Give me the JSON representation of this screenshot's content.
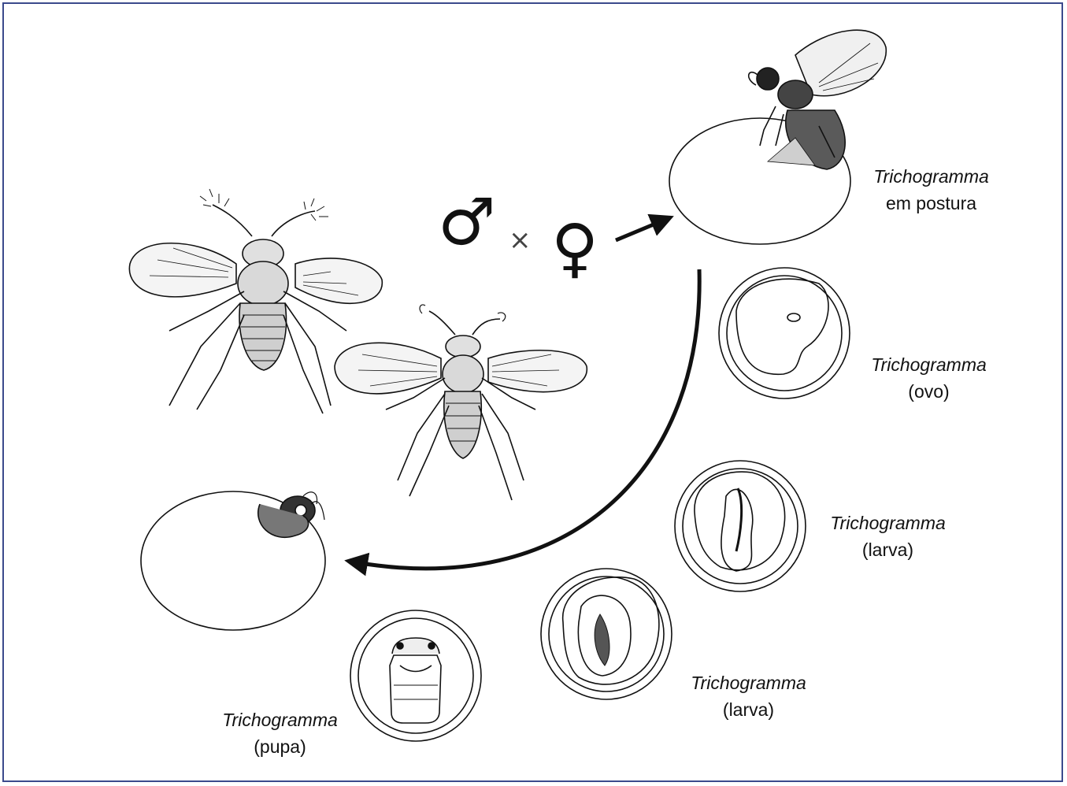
{
  "symbols": {
    "male": "♂",
    "cross": "×",
    "female": "♀"
  },
  "labels": {
    "laying": {
      "genus": "Trichogramma",
      "stage": "em postura"
    },
    "egg": {
      "genus": "Trichogramma",
      "stage": "(ovo)"
    },
    "larva1": {
      "genus": "Trichogramma",
      "stage": "(larva)"
    },
    "larva2": {
      "genus": "Trichogramma",
      "stage": "(larva)"
    },
    "pupa": {
      "genus": "Trichogramma",
      "stage": "(pupa)"
    }
  },
  "colors": {
    "frame": "#3b4a8c",
    "ink": "#111111"
  }
}
